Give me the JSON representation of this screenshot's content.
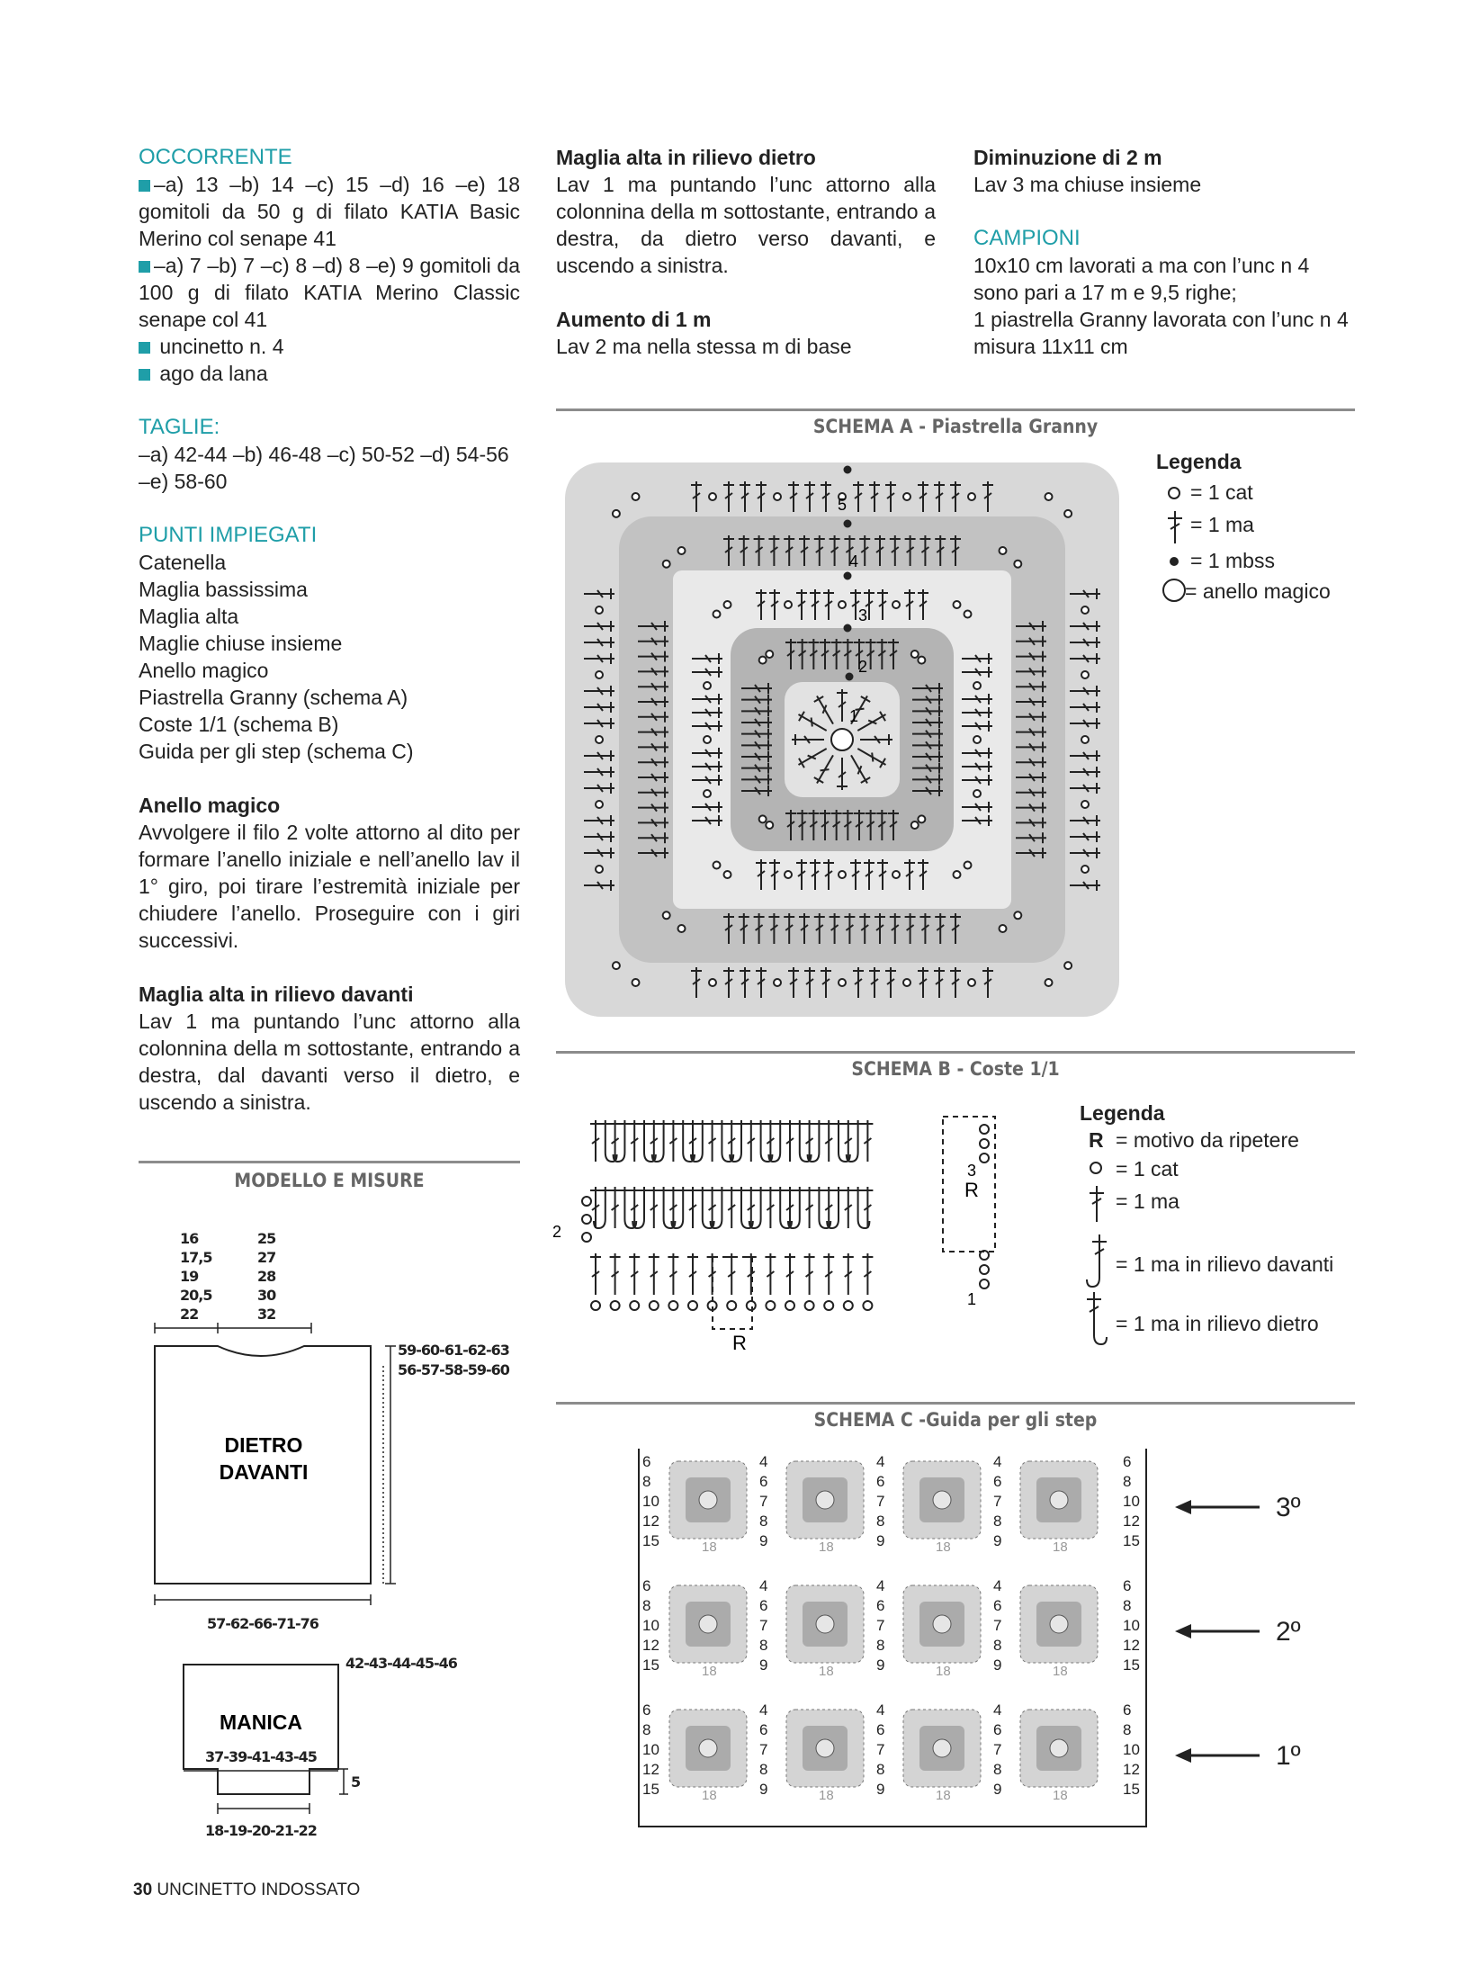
{
  "left": {
    "occorrente_head": "OCCORRENTE",
    "occ1": "–a) 13 –b) 14 –c) 15 –d) 16 –e) 18 gomitoli da 50 g di filato KATIA Basic Merino col senape 41",
    "occ2": "–a) 7 –b) 7 –c) 8 –d) 8 –e) 9 gomitoli da 100 g di filato KATIA Merino Classic senape col 41",
    "occ3": "uncinetto n. 4",
    "occ4": "ago da lana",
    "taglie_head": "TAGLIE:",
    "taglie": "–a) 42-44 –b) 46-48 –c) 50-52 –d) 54-56 –e) 58-60",
    "punti_head": "PUNTI IMPIEGATI",
    "punti": [
      "Catenella",
      "Maglia bassissima",
      "Maglia alta",
      "Maglie chiuse insieme",
      "Anello magico",
      "Piastrella Granny (schema A)",
      "Coste 1/1 (schema B)",
      "Guida per gli step (schema C)"
    ],
    "anello_head": "Anello magico",
    "anello_text": "Avvolgere il filo 2 volte attorno al dito per formare l’anello iniziale e nell’anello lav il 1° giro, poi tirare l’estremità iniziale per chiudere l’anello. Proseguire con i giri successivi.",
    "mard_head": "Maglia alta in rilievo davanti",
    "mard_text": "Lav 1 ma puntando l’unc attorno alla colonnina della m sottostante, entrando a destra, dal davanti verso il dietro, e uscendo a sinistra."
  },
  "mid": {
    "mardi_head": "Maglia alta in rilievo dietro",
    "mardi_text": "Lav 1 ma puntando l’unc attorno alla colonnina della m sottostante, entrando a destra, da dietro verso davanti, e uscendo a sinistra.",
    "aum_head": "Aumento di 1 m",
    "aum_text": "Lav 2 ma nella stessa m di base"
  },
  "right": {
    "dim_head": "Diminuzione di 2 m",
    "dim_text": "Lav 3 ma chiuse insieme",
    "camp_head": "CAMPIONI",
    "camp_text1": "10x10 cm lavorati a ma con l’unc n 4 sono pari a 17 m e 9,5 righe;",
    "camp_text2": "1 piastrella Granny lavorata con l’unc n 4 misura 11x11 cm"
  },
  "schemaA": {
    "title": "SCHEMA A - Piastrella Granny",
    "legend_title": "Legenda",
    "legend": [
      "= 1 cat",
      "= 1 ma",
      "= 1 mbss",
      "= anello magico"
    ],
    "rounds": [
      "1",
      "2",
      "3",
      "4",
      "5"
    ]
  },
  "schemaB": {
    "title": "SCHEMA B - Coste 1/1",
    "legend_title": "Legenda",
    "legend": [
      "= motivo da ripetere",
      "= 1 cat",
      "= 1 ma",
      "= 1 ma in rilievo davanti",
      "= 1 ma in rilievo dietro"
    ],
    "legend_r": "R",
    "row_labels": [
      "1",
      "2",
      "3"
    ],
    "repeat_label": "R"
  },
  "schemaC": {
    "title": "SCHEMA C -Guida per gli step",
    "left_nums": [
      "6",
      "8",
      "10",
      "12",
      "15"
    ],
    "mid_nums": [
      "4",
      "6",
      "7",
      "8",
      "9"
    ],
    "bottom_num": "18",
    "steps": [
      "3º",
      "2º",
      "1º"
    ]
  },
  "modello": {
    "title": "MODELLO E MISURE",
    "neck_left": [
      "16",
      "17,5",
      "19",
      "20,5",
      "22"
    ],
    "neck_mid": [
      "25",
      "27",
      "28",
      "30",
      "32"
    ],
    "body_height1": "59-60-61-62-63",
    "body_height2": "56-57-58-59-60",
    "body_label1": "DIETRO",
    "body_label2": "DAVANTI",
    "body_width": "57-62-66-71-76",
    "sleeve_label": "MANICA",
    "sleeve_height": "42-43-44-45-46",
    "sleeve_width": "37-39-41-43-45",
    "cuff_height": "5",
    "cuff_width": "18-19-20-21-22"
  },
  "footer": {
    "page": "30",
    "magazine": "UNCINETTO INDOSSATO"
  },
  "colors": {
    "accent": "#1f9ea8",
    "rule": "#8c8c8c"
  }
}
